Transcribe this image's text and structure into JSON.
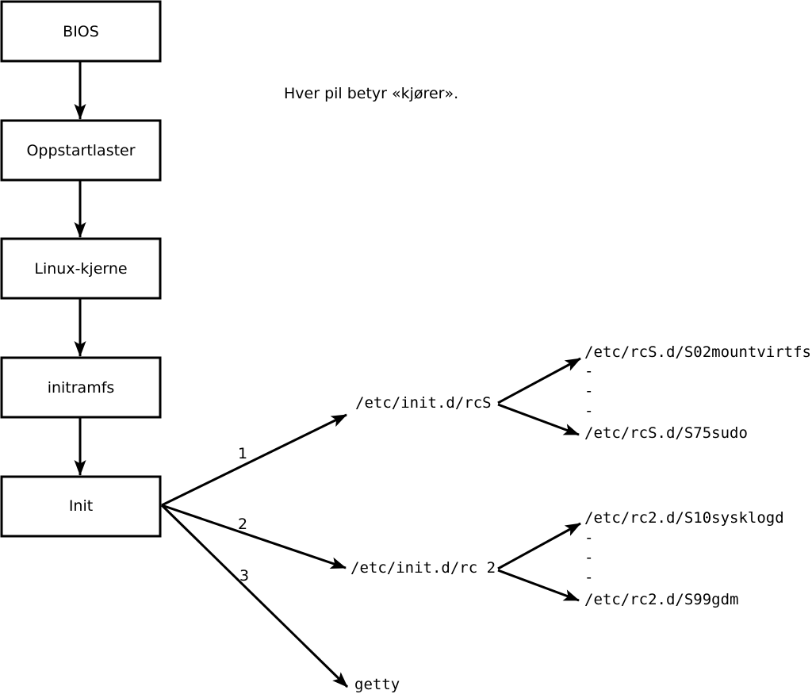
{
  "colors": {
    "ink": "#000000",
    "background": "#ffffff"
  },
  "caption": {
    "text": "Hver pil betyr «kjører»."
  },
  "boot_chain": [
    {
      "label": "BIOS"
    },
    {
      "label": "Oppstartlaster"
    },
    {
      "label": "Linux-kjerne"
    },
    {
      "label": "initramfs"
    },
    {
      "label": "Init"
    }
  ],
  "init_branches": [
    {
      "number": "1",
      "target": "/etc/init.d/rcS",
      "children": [
        "/etc/rcS.d/S02mountvirtfs",
        "-",
        "-",
        "-",
        "/etc/rcS.d/S75sudo"
      ]
    },
    {
      "number": "2",
      "target": "/etc/init.d/rc 2",
      "children": [
        "/etc/rc2.d/S10sysklogd",
        "-",
        "-",
        "-",
        "/etc/rc2.d/S99gdm"
      ]
    },
    {
      "number": "3",
      "target": "getty",
      "children": []
    }
  ]
}
